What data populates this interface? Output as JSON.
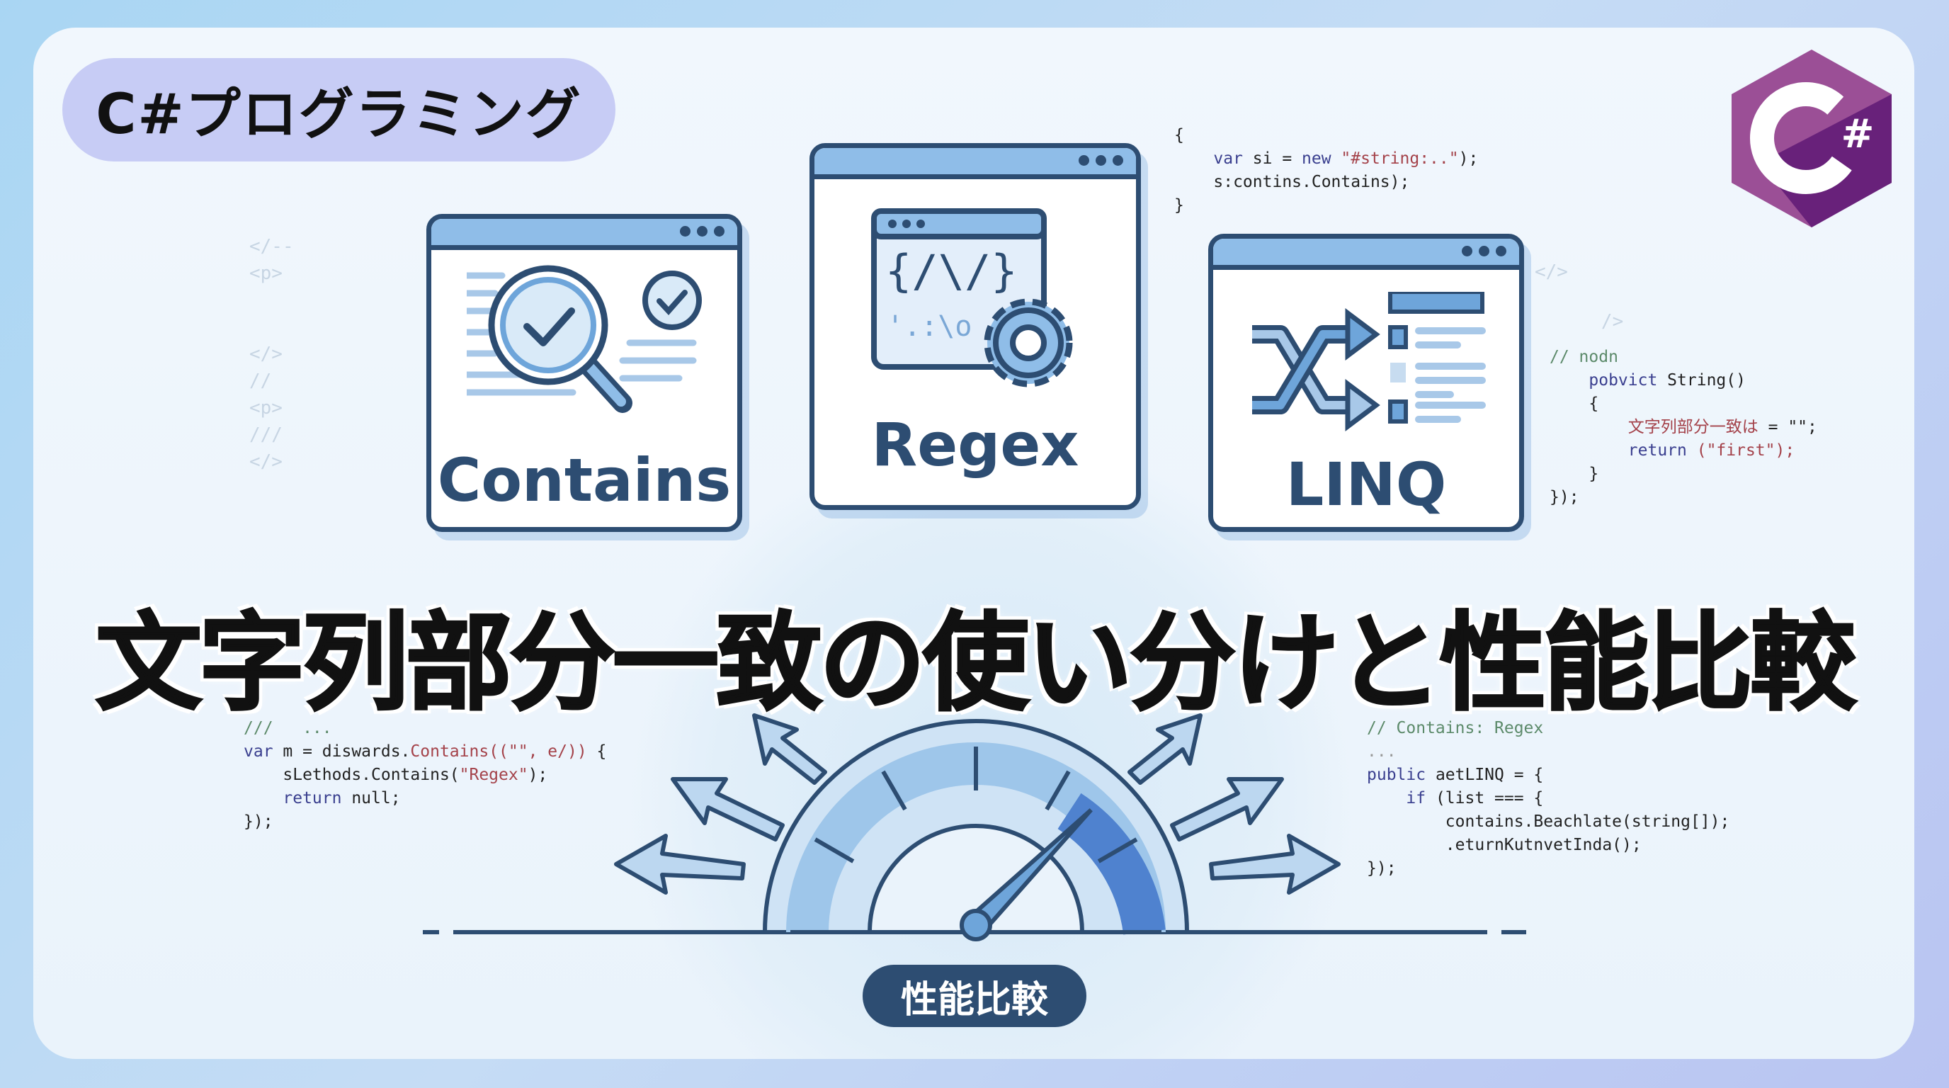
{
  "badge": "C#プログラミング",
  "logo": {
    "text": "C#",
    "colors": [
      "#9b4f96",
      "#68217a",
      "#a179dc"
    ]
  },
  "windows": [
    {
      "label": "Contains",
      "icon": "magnifier-check-icon"
    },
    {
      "label": "Regex",
      "icon": "regex-gear-icon"
    },
    {
      "label": "LINQ",
      "icon": "shuffle-list-icon"
    }
  ],
  "title": "文字列部分一致の使い分けと性能比較",
  "perf_label": "性能比較",
  "faint_code": [
    "</--",
    "<p>",
    "</>",
    "//",
    "<p>",
    "///",
    "</>",
    "</>",
    "/>"
  ],
  "code_top": {
    "l1": "{",
    "l2a": "var",
    "l2b": " si = ",
    "l2c": "new",
    "l2d": " \"#string:..\"",
    "l2e": ");",
    "l3": "s:contins.Contains);",
    "l4": "}"
  },
  "code_right": {
    "l1": "// nodn",
    "l2a": "pobvict",
    "l2b": " String()",
    "l3": "{",
    "l4a": "文字列部分一致は",
    "l4b": " = \"\";",
    "l5a": "return",
    "l5b": " (\"first\");",
    "l6": "}",
    "l7": "});"
  },
  "code_bl": {
    "l1": "///   ...",
    "l2a": "var",
    "l2b": " m = diswards.",
    "l2c": "Contains((\"\", e/))",
    "l2d": " {",
    "l3a": "    sLethods.Contains(",
    "l3b": "\"Regex\"",
    "l3c": ");",
    "l4a": "    return",
    "l4b": " null;",
    "l5": "});"
  },
  "code_br": {
    "l1": "// Contains: Regex",
    "l2": "...",
    "l3a": "public",
    "l3b": " aetLINQ = {",
    "l4a": "    if",
    "l4b": " (list === {",
    "l5": "        contains.Beachlate(string[]);",
    "l6": "        .eturnKutnvetInda();",
    "l7": "});"
  },
  "gauge": {
    "needle_fraction": 0.75
  }
}
